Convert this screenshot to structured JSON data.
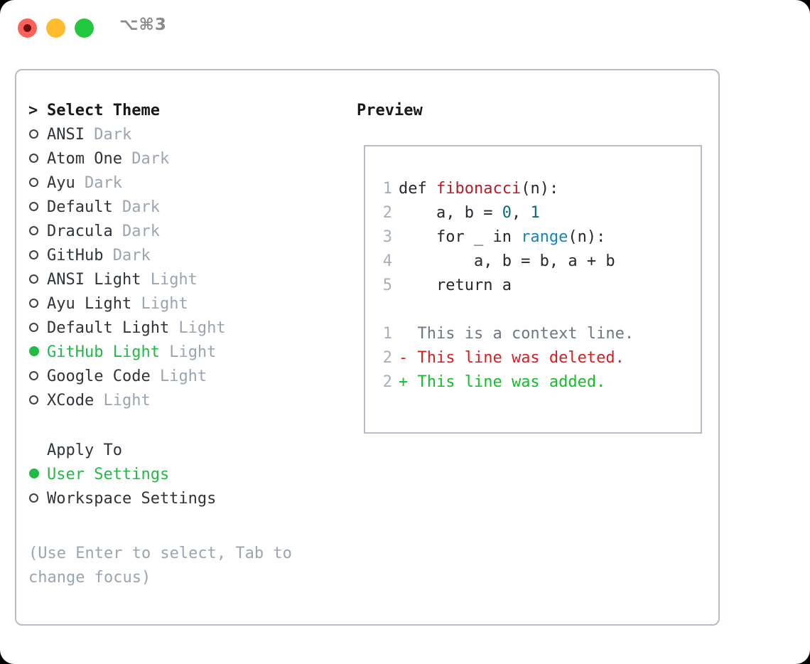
{
  "titlebar": {
    "shortcut": "⌥⌘3",
    "buttons": {
      "close": "close-button",
      "minimize": "minimize-button",
      "maximize": "maximize-button"
    }
  },
  "theme_picker": {
    "header": {
      "caret": ">",
      "label": "Select Theme"
    },
    "items": [
      {
        "marker": "○",
        "label": "ANSI",
        "tag": "Dark",
        "selected": false
      },
      {
        "marker": "○",
        "label": "Atom One",
        "tag": "Dark",
        "selected": false
      },
      {
        "marker": "○",
        "label": "Ayu",
        "tag": "Dark",
        "selected": false
      },
      {
        "marker": "○",
        "label": "Default",
        "tag": "Dark",
        "selected": false
      },
      {
        "marker": "○",
        "label": "Dracula",
        "tag": "Dark",
        "selected": false
      },
      {
        "marker": "○",
        "label": "GitHub",
        "tag": "Dark",
        "selected": false
      },
      {
        "marker": "○",
        "label": "ANSI Light",
        "tag": "Light",
        "selected": false
      },
      {
        "marker": "○",
        "label": "Ayu Light",
        "tag": "Light",
        "selected": false
      },
      {
        "marker": "○",
        "label": "Default Light",
        "tag": "Light",
        "selected": false
      },
      {
        "marker": "●",
        "label": "GitHub Light",
        "tag": "Light",
        "selected": true
      },
      {
        "marker": "○",
        "label": "Google Code",
        "tag": "Light",
        "selected": false
      },
      {
        "marker": "○",
        "label": "XCode",
        "tag": "Light",
        "selected": false
      }
    ]
  },
  "apply_to": {
    "header": "Apply To",
    "options": [
      {
        "marker": "●",
        "label": "User Settings",
        "selected": true
      },
      {
        "marker": "○",
        "label": "Workspace Settings",
        "selected": false
      }
    ]
  },
  "hint": "(Use Enter to select, Tab to change focus)",
  "preview": {
    "title": "Preview",
    "code_lines": [
      {
        "number": "1",
        "tokens": [
          {
            "text": "def ",
            "style": "plain"
          },
          {
            "text": "fibonacci",
            "style": "fn"
          },
          {
            "text": "(n):",
            "style": "plain"
          }
        ]
      },
      {
        "number": "2",
        "tokens": [
          {
            "text": "    a, b = ",
            "style": "plain"
          },
          {
            "text": "0",
            "style": "num"
          },
          {
            "text": ", ",
            "style": "plain"
          },
          {
            "text": "1",
            "style": "num"
          }
        ]
      },
      {
        "number": "3",
        "tokens": [
          {
            "text": "    for _ in ",
            "style": "plain"
          },
          {
            "text": "range",
            "style": "call"
          },
          {
            "text": "(n):",
            "style": "plain"
          }
        ]
      },
      {
        "number": "4",
        "tokens": [
          {
            "text": "        a, b = b, a + b",
            "style": "plain"
          }
        ]
      },
      {
        "number": "5",
        "tokens": [
          {
            "text": "    return a",
            "style": "plain"
          }
        ]
      }
    ],
    "diff_lines": [
      {
        "number": "1",
        "sign": " ",
        "text": "This is a context line.",
        "kind": "ctx"
      },
      {
        "number": "2",
        "sign": "-",
        "text": "This line was deleted.",
        "kind": "del"
      },
      {
        "number": "2",
        "sign": "+",
        "text": "This line was added.",
        "kind": "add"
      }
    ]
  },
  "colors": {
    "accent_green": "#21ba45",
    "tag_gray": "#9aa5b1",
    "border": "#b5bcc7",
    "diff_delete": "#d62020",
    "diff_add": "#11bf2a",
    "syntax_function": "#b31d28",
    "syntax_number": "#0b6b73",
    "syntax_call": "#1184c4"
  }
}
